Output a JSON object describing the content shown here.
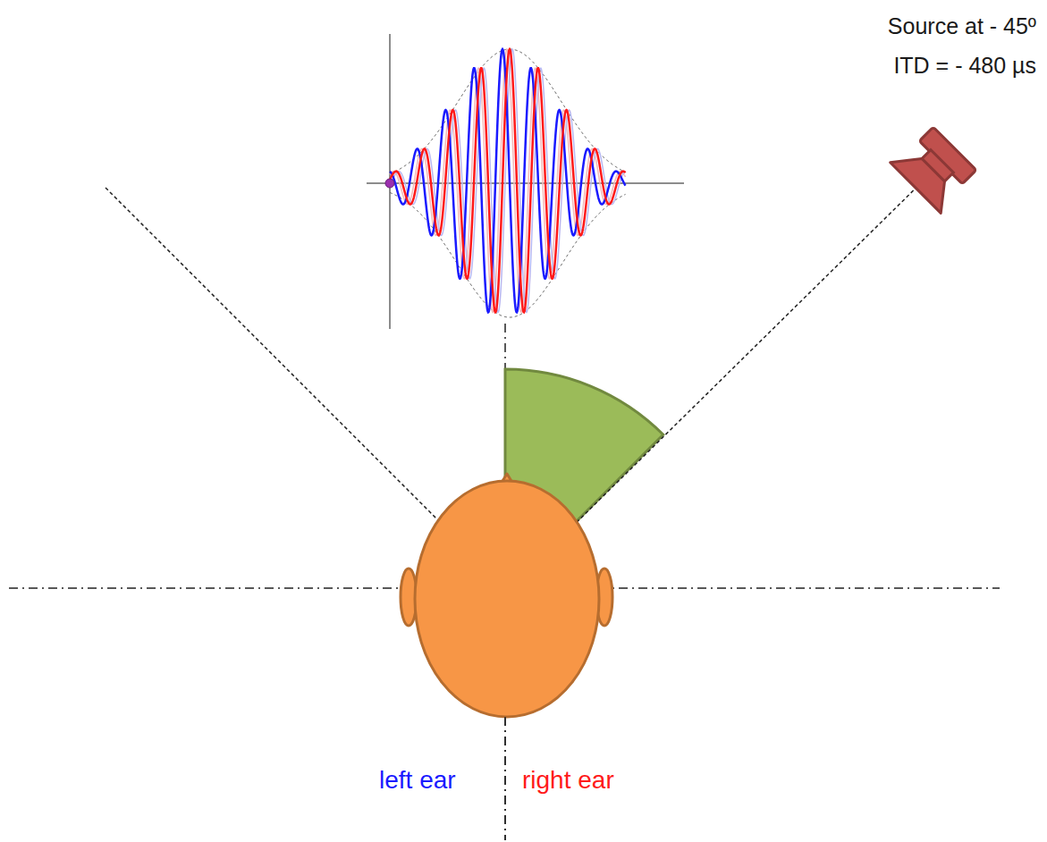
{
  "diagram": {
    "labels": [
      "Source at - 45º",
      "ITD = - 480 µs",
      "left ear",
      "right ear"
    ]
  }
}
